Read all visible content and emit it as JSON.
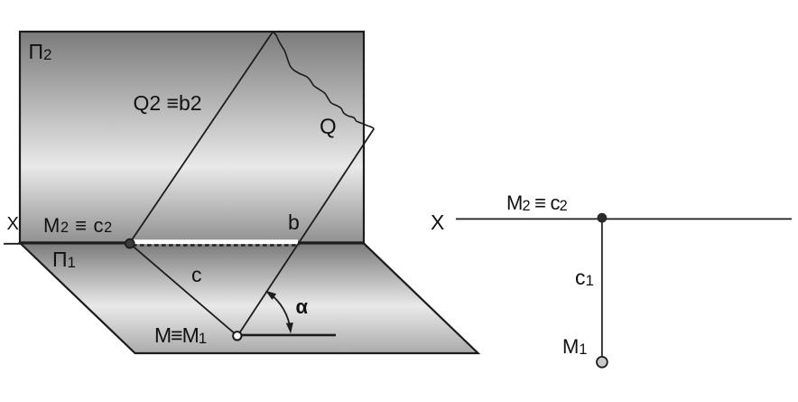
{
  "pictorial": {
    "plane_pi2_label": {
      "base": "П",
      "sub": "2"
    },
    "plane_pi1_label": {
      "base": "П",
      "sub": "1"
    },
    "axis_label": "X",
    "trace_label": "Q2 ≡b2",
    "plane_q_label": "Q",
    "m2c2_label": {
      "base1": "M",
      "sub1": "2",
      "mid": " ≡ ",
      "base2": "c",
      "sub2": "2"
    },
    "line_b_label": "b",
    "line_c_label": "c",
    "angle_label": "α",
    "point_m_label": {
      "base1": "M",
      "mid": "≡",
      "base2": "M",
      "sub2": "1"
    }
  },
  "epure": {
    "axis_label": "X",
    "m2c2_label": {
      "base1": "M",
      "sub1": "2",
      "mid": " ≡ ",
      "base2": "c",
      "sub2": "2"
    },
    "c1_label": {
      "base": "c",
      "sub": "1"
    },
    "m1_label": {
      "base": "M",
      "sub": "1"
    }
  },
  "colors": {
    "background": "#ffffff",
    "line": "#1c1c1c",
    "plane_gradient_top": "#7b7b7b",
    "plane_gradient_light": "#e9e9e9",
    "pi2_gradient_bottom": "#919191",
    "pi1_gradient_bottom": "#ababab",
    "m2_dot_fill": "#3a3a3a",
    "m1_dot_fill_left": "#f4f4f4",
    "m2_dot_fill_right": "#2b2b2b",
    "m1_dot_fill_right": "#c9c9c9"
  }
}
